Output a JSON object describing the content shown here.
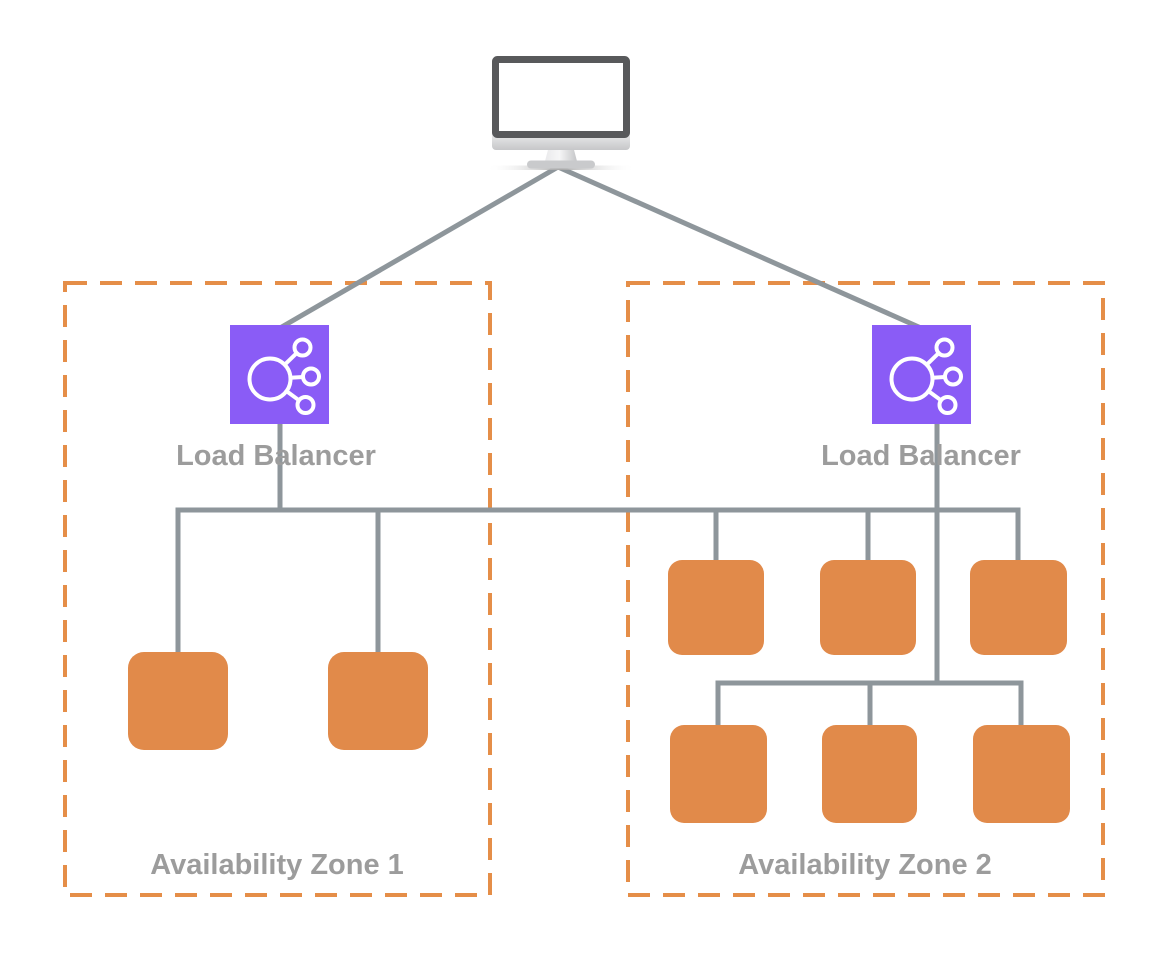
{
  "diagram": {
    "client": {
      "icon": "desktop-monitor"
    },
    "zones": [
      {
        "label": "Availability Zone 1",
        "load_balancer_label": "Load Balancer",
        "server_count": 2,
        "server_rows": [
          2
        ]
      },
      {
        "label": "Availability Zone 2",
        "load_balancer_label": "Load Balancer",
        "server_count": 6,
        "server_rows": [
          3,
          3
        ]
      }
    ]
  },
  "colors": {
    "load_balancer": "#8A5CF6",
    "server": "#E18A4A",
    "zone_border": "#E58E48",
    "connector": "#8E969B",
    "label": "#9C9C9C",
    "monitor_frame": "#58595B"
  }
}
